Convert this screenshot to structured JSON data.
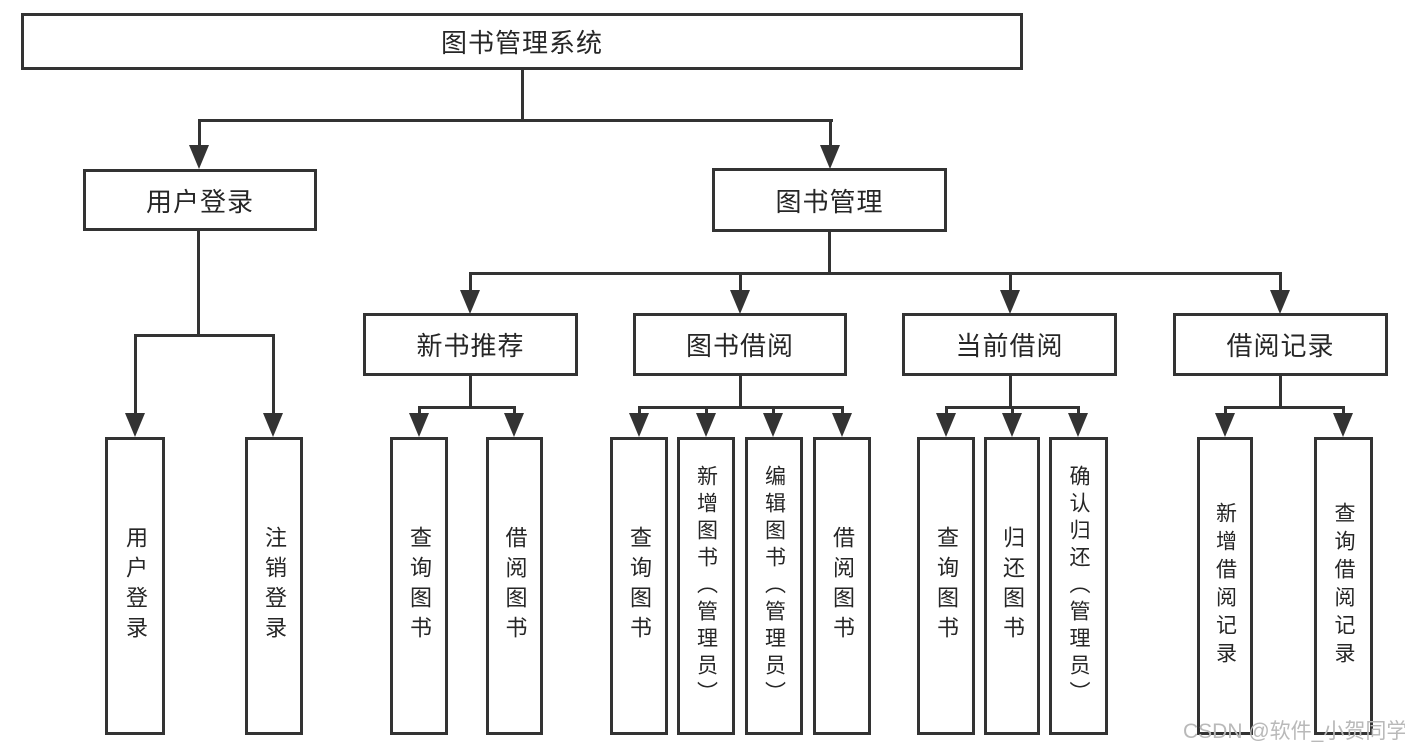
{
  "tree": {
    "root": {
      "label": "图书管理系统"
    },
    "branches": [
      {
        "label": "用户登录",
        "children": [
          {
            "label": "用户登录"
          },
          {
            "label": "注销登录"
          }
        ]
      },
      {
        "label": "图书管理",
        "children": [
          {
            "label": "新书推荐",
            "children": [
              {
                "label": "查询图书"
              },
              {
                "label": "借阅图书"
              }
            ]
          },
          {
            "label": "图书借阅",
            "children": [
              {
                "label": "查询图书"
              },
              {
                "label": "新增图书（管理员）"
              },
              {
                "label": "编辑图书（管理员）"
              },
              {
                "label": "借阅图书"
              }
            ]
          },
          {
            "label": "当前借阅",
            "children": [
              {
                "label": "查询图书"
              },
              {
                "label": "归还图书"
              },
              {
                "label": "确认归还（管理员）"
              }
            ]
          },
          {
            "label": "借阅记录",
            "children": [
              {
                "label": "新增借阅记录"
              },
              {
                "label": "查询借阅记录"
              }
            ]
          }
        ]
      }
    ]
  },
  "watermark": {
    "text": "CSDN @软件_小贺同学"
  },
  "colors": {
    "line": "#333333",
    "text": "#262626",
    "watermark": "#b9b9b9",
    "background": "#ffffff"
  }
}
